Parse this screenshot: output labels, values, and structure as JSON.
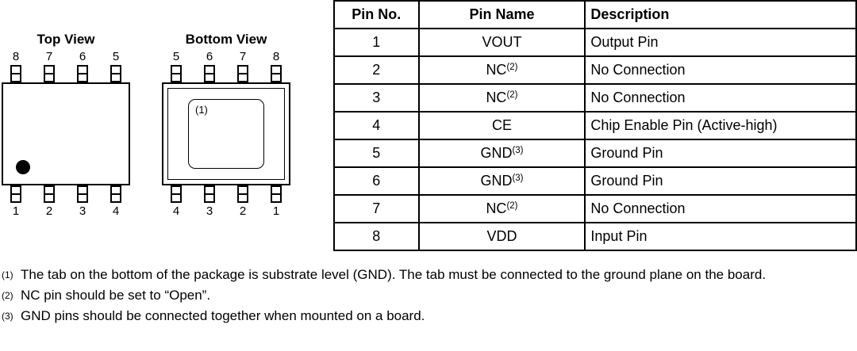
{
  "colors": {
    "line": "#000000",
    "background": "#ffffff"
  },
  "diagrams": {
    "top_view": {
      "title": "Top View",
      "top_pins": [
        "8",
        "7",
        "6",
        "5"
      ],
      "bottom_pins": [
        "1",
        "2",
        "3",
        "4"
      ]
    },
    "bottom_view": {
      "title": "Bottom View",
      "top_pins": [
        "5",
        "6",
        "7",
        "8"
      ],
      "bottom_pins": [
        "4",
        "3",
        "2",
        "1"
      ],
      "tab_label": "(1)"
    }
  },
  "table": {
    "headers": [
      "Pin No.",
      "Pin Name",
      "Description"
    ],
    "rows": [
      {
        "no": "1",
        "name": "VOUT",
        "sup": "",
        "desc": "Output Pin"
      },
      {
        "no": "2",
        "name": "NC",
        "sup": "(2)",
        "desc": "No Connection"
      },
      {
        "no": "3",
        "name": "NC",
        "sup": "(2)",
        "desc": "No Connection"
      },
      {
        "no": "4",
        "name": "CE",
        "sup": "",
        "desc": "Chip Enable Pin (Active-high)"
      },
      {
        "no": "5",
        "name": "GND",
        "sup": "(3)",
        "desc": "Ground Pin"
      },
      {
        "no": "6",
        "name": "GND",
        "sup": "(3)",
        "desc": "Ground Pin"
      },
      {
        "no": "7",
        "name": "NC",
        "sup": "(2)",
        "desc": "No Connection"
      },
      {
        "no": "8",
        "name": "VDD",
        "sup": "",
        "desc": "Input Pin"
      }
    ]
  },
  "footnotes": [
    {
      "marker": "(1)",
      "text": "The tab on the bottom of the package is substrate level (GND). The tab must be connected to the ground plane on the board."
    },
    {
      "marker": "(2)",
      "text": "NC pin should be set to “Open”."
    },
    {
      "marker": "(3)",
      "text": "GND pins should be connected together when mounted on a board."
    }
  ]
}
